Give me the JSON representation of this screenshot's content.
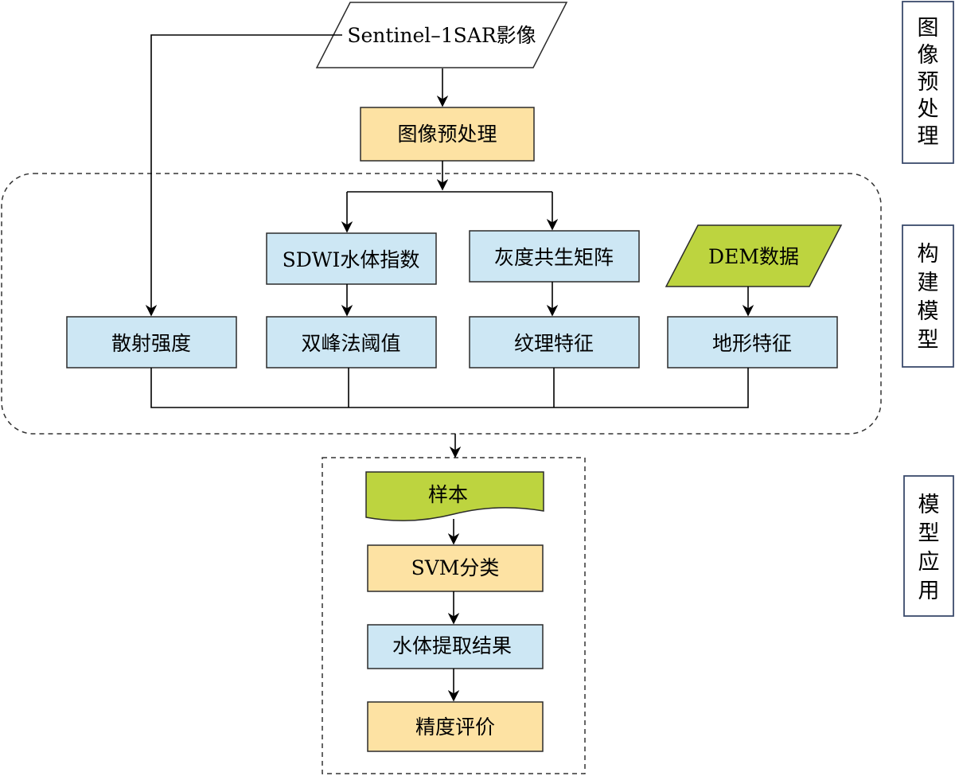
{
  "colors": {
    "orange": "#FDE2A3",
    "blue": "#CDE7F4",
    "green": "#BDD43F",
    "side_border": "#3A4A6B"
  },
  "nodes": {
    "input": "Sentinel–1SAR影像",
    "preprocess": "图像预处理",
    "sdwi": "SDWI水体指数",
    "glcm": "灰度共生矩阵",
    "dem": "DEM数据",
    "scatter": "散射强度",
    "threshold": "双峰法阈值",
    "texture": "纹理特征",
    "terrain": "地形特征",
    "sample": "样本",
    "svm": "SVM分类",
    "result": "水体提取结果",
    "accuracy": "精度评价"
  },
  "stages": {
    "stage1": [
      "图",
      "像",
      "预",
      "处",
      "理"
    ],
    "stage2": [
      "构",
      "建",
      "模",
      "型"
    ],
    "stage3": [
      "模",
      "型",
      "应",
      "用"
    ]
  }
}
